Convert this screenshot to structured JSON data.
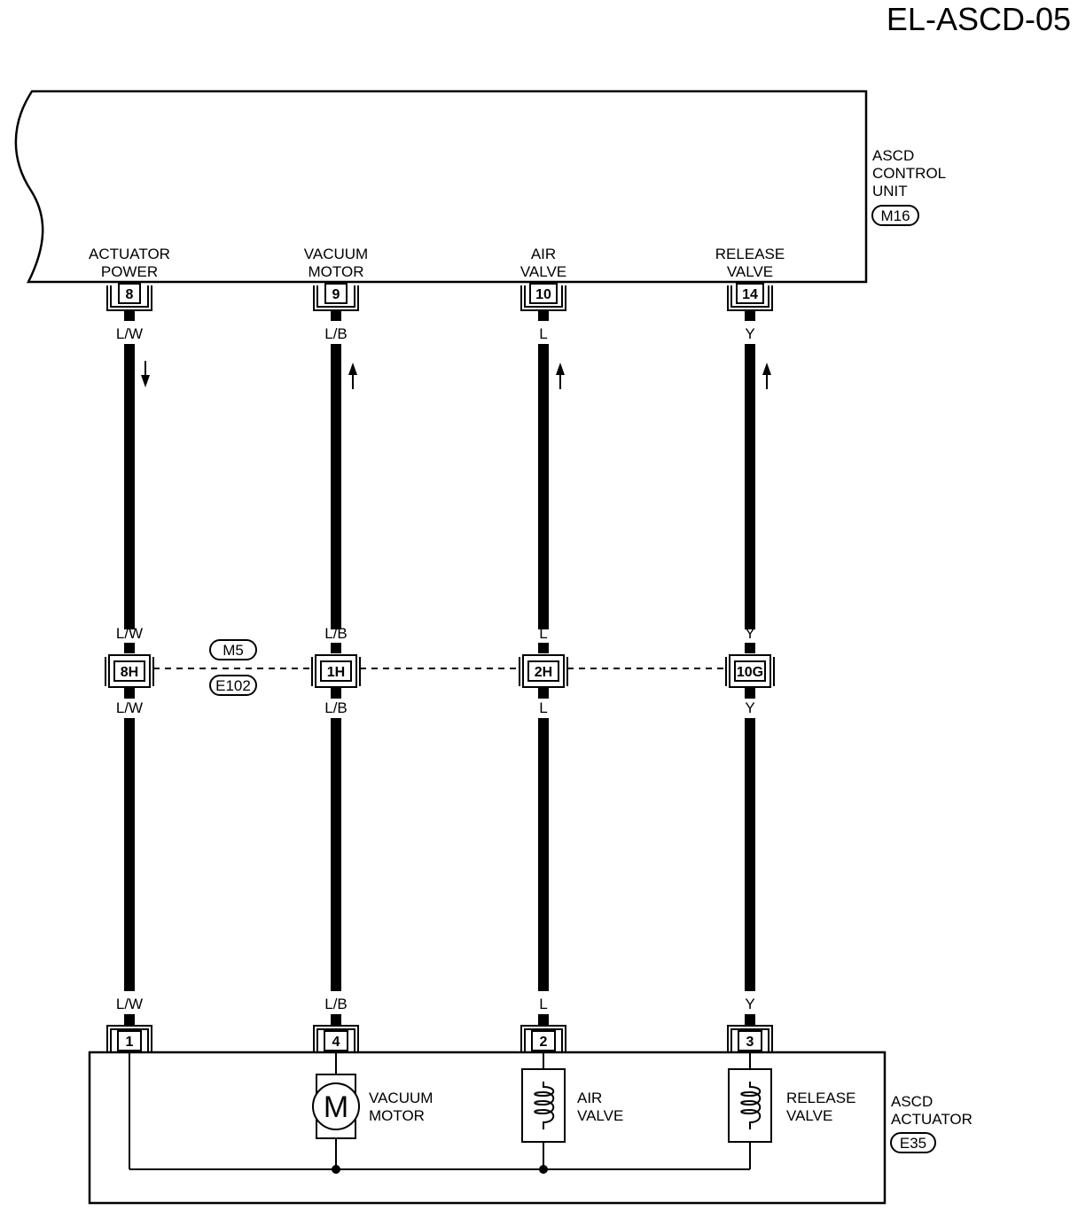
{
  "page_code": "EL-ASCD-05",
  "control_unit": {
    "name_lines": [
      "ASCD",
      "CONTROL",
      "UNIT"
    ],
    "connector": "M16",
    "terminals": [
      {
        "label_lines": [
          "ACTUATOR",
          "POWER"
        ],
        "pin": "8",
        "direction": "down"
      },
      {
        "label_lines": [
          "VACUUM",
          "MOTOR"
        ],
        "pin": "9",
        "direction": "up"
      },
      {
        "label_lines": [
          "AIR",
          "VALVE"
        ],
        "pin": "10",
        "direction": "up"
      },
      {
        "label_lines": [
          "RELEASE",
          "VALVE"
        ],
        "pin": "14",
        "direction": "up"
      }
    ]
  },
  "wires": [
    {
      "color_code": "L/W"
    },
    {
      "color_code": "L/B"
    },
    {
      "color_code": "L"
    },
    {
      "color_code": "Y"
    }
  ],
  "junction": {
    "connector_top": "M5",
    "connector_bottom": "E102",
    "pins": [
      "8H",
      "1H",
      "2H",
      "10G"
    ]
  },
  "actuator": {
    "name_lines": [
      "ASCD",
      "ACTUATOR"
    ],
    "connector": "E35",
    "pins": [
      "1",
      "4",
      "2",
      "3"
    ],
    "motor_symbol": "M",
    "components": [
      {
        "label_lines": [
          "VACUUM",
          "MOTOR"
        ],
        "icon": "motor-icon"
      },
      {
        "label_lines": [
          "AIR",
          "VALVE"
        ],
        "icon": "coil-icon"
      },
      {
        "label_lines": [
          "RELEASE",
          "VALVE"
        ],
        "icon": "coil-icon"
      }
    ]
  }
}
